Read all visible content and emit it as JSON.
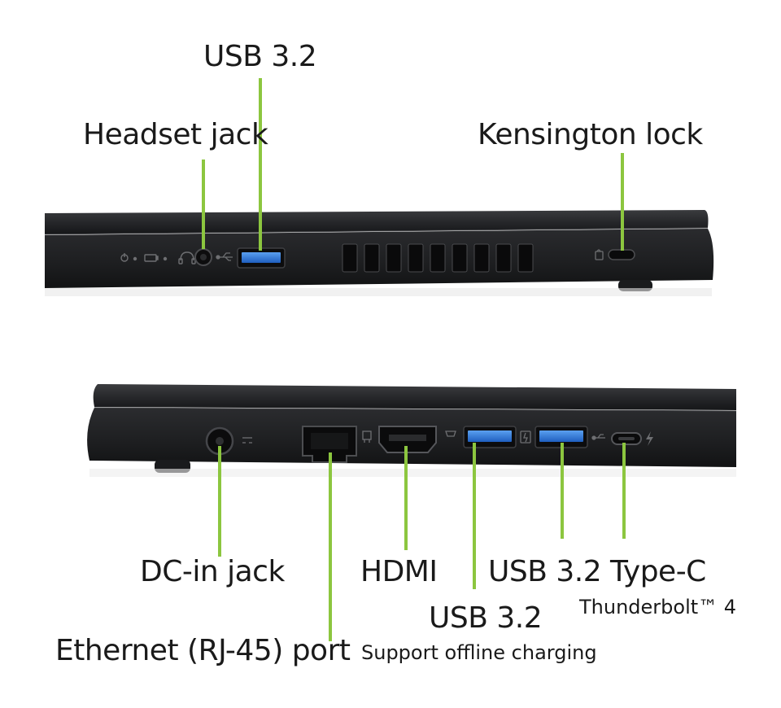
{
  "diagram": {
    "accent_color": "#8cc63f",
    "body_color": "#1e1f21",
    "usb_blue": "#2f79d9",
    "left_side": {
      "labels": {
        "usb": "USB 3.2",
        "headset": "Headset jack",
        "kensington": "Kensington lock"
      },
      "icons": [
        "power-led-icon",
        "battery-led-icon",
        "headset-icon",
        "usb-icon",
        "kensington-icon"
      ]
    },
    "right_side": {
      "labels": {
        "dc_in": "DC-in jack",
        "ethernet": "Ethernet (RJ-45) port",
        "hdmi": "HDMI",
        "usb_a1": "USB 3.2",
        "usb_a1_note": "Support offline charging",
        "usb_a2": "USB 3.2",
        "typec": "Type-C",
        "typec_note": "Thunderbolt™ 4"
      },
      "icons": [
        "dc-in-icon",
        "ethernet-icon",
        "hdmi-icon",
        "usb-icon",
        "thunderbolt-icon"
      ]
    }
  }
}
